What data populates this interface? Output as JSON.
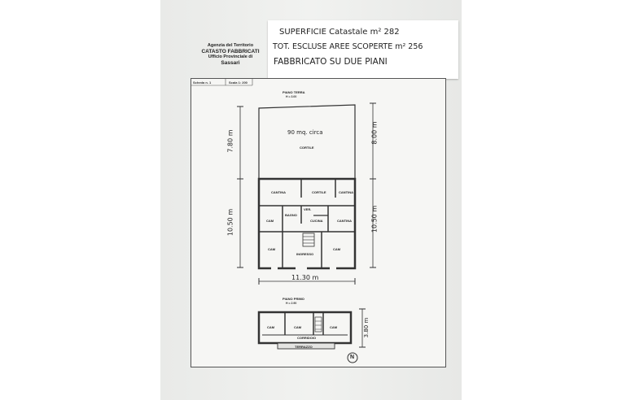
{
  "office": {
    "line1": "Agenzia del Territorio",
    "line2": "CATASTO FABBRICATI",
    "line3": "Ufficio Provinciale di",
    "line4": "Sassari"
  },
  "note": {
    "line1": "SUPERFICIE Catastale   m² 282",
    "line2": "TOT. ESCLUSE AREE SCOPERTE  m² 256",
    "line3": "FABBRICATO SU DUE PIANI"
  },
  "sheet": {
    "scheda": "Scheda n. 1",
    "scala": "Scala 1: 200"
  },
  "ground_floor": {
    "title": "PIANO TERRA",
    "height": "H = 3.00",
    "area_note": "90 mq. circa",
    "rooms": {
      "cortile_top": "CORTILE",
      "cantina_left": "CANTINA",
      "cortile_small": "CORTILE",
      "cantina_right": "CANTINA",
      "cam_left": "CAM",
      "bagno": "BAGNO",
      "ver": "VER.",
      "cucina": "CUCINA",
      "cantina_mid": "CANTINA",
      "cam_bottom_left": "CAM",
      "ingresso": "INGRESSO",
      "cam_bottom_right": "CAM"
    },
    "dims": {
      "left_top": "7.80 m",
      "left_bottom": "10.50 m",
      "right_top": "8.00 m",
      "right_bottom": "10.50 m",
      "width": "11.30 m"
    }
  },
  "first_floor": {
    "title": "PIANO PRIMO",
    "height": "H = 2.90",
    "rooms": {
      "cam1": "CAM",
      "cam2": "CAM",
      "cam3": "CAM",
      "corridoio": "CORRIDOIO",
      "terrazzo": "TERRAZZO"
    },
    "dim": "3.80 m"
  },
  "north_symbol": "N"
}
